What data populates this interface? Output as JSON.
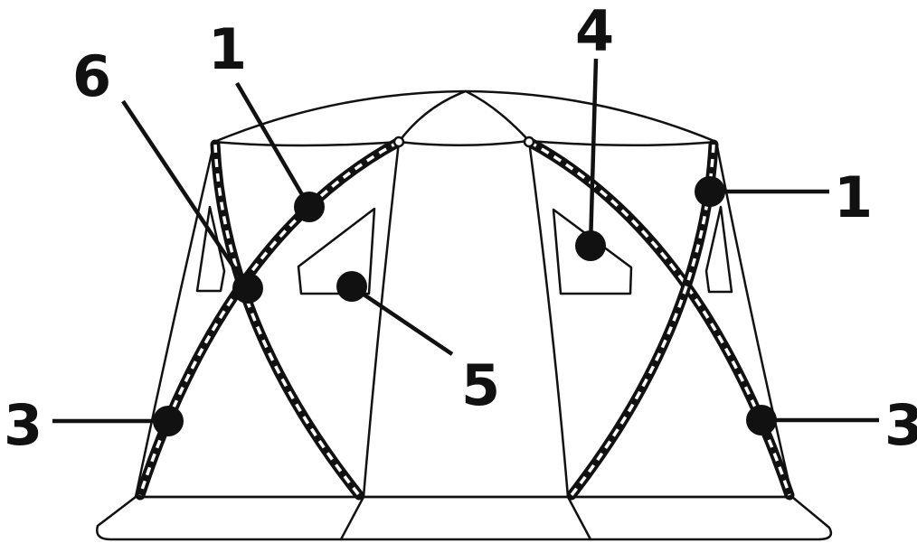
{
  "colors": {
    "line": "#111111",
    "background": "#ffffff",
    "frame_stripe": "#ffffff"
  },
  "callouts": [
    {
      "id": "c1a",
      "number": "1"
    },
    {
      "id": "c1b",
      "number": "1"
    },
    {
      "id": "c3a",
      "number": "3"
    },
    {
      "id": "c3b",
      "number": "3"
    },
    {
      "id": "c4",
      "number": "4"
    },
    {
      "id": "c5",
      "number": "5"
    },
    {
      "id": "c6",
      "number": "6"
    }
  ]
}
